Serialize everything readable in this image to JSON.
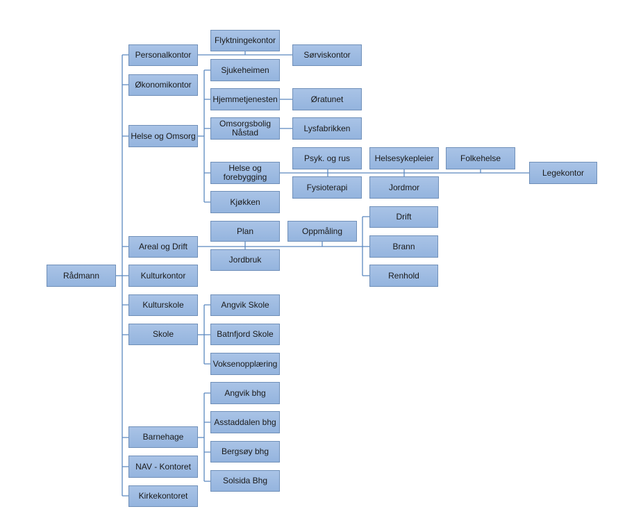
{
  "diagram": {
    "nodes": {
      "radmann": "Rådmann",
      "personalkontor": "Personalkontor",
      "okonomikontor": "Økonomikontor",
      "helse_omsorg": "Helse og Omsorg",
      "areal_drift": "Areal og Drift",
      "kulturkontor": "Kulturkontor",
      "kulturskole": "Kulturskole",
      "skole": "Skole",
      "barnehage": "Barnehage",
      "nav": "NAV - Kontoret",
      "kirkekontoret": "Kirkekontoret",
      "flyktningekontor": "Flyktningekontor",
      "sorviskontor": "Sørviskontor",
      "sjukeheimen": "Sjukeheimen",
      "hjemmetjenesten": "Hjemmetjenesten",
      "oratunet": "Øratunet",
      "omsorgsbolig": "Omsorgsbolig\nNåstad",
      "lysfabrikken": "Lysfabrikken",
      "helse_forebygging": "Helse og\nforebygging",
      "psyk_rus": "Psyk. og rus",
      "helsesykepleier": "Helsesykepleier",
      "folkehelse": "Folkehelse",
      "legekontor": "Legekontor",
      "fysioterapi": "Fysioterapi",
      "jordmor": "Jordmor",
      "kjokken": "Kjøkken",
      "plan": "Plan",
      "oppmaling": "Oppmåling",
      "jordbruk": "Jordbruk",
      "drift": "Drift",
      "brann": "Brann",
      "renhold": "Renhold",
      "angvik_skole": "Angvik Skole",
      "batnfjord_skole": "Batnfjord Skole",
      "voksenopplaering": "Voksenopplæring",
      "angvik_bhg": "Angvik bhg",
      "asstaddalen_bhg": "Asstaddalen bhg",
      "bergsoy_bhg": "Bergsøy bhg",
      "solsida_bhg": "Solsida Bhg"
    },
    "colors": {
      "box_fill_top": "#a9c3e6",
      "box_fill_bottom": "#94b4de",
      "box_border": "#6f8fb8",
      "connector": "#5b88bf"
    }
  }
}
